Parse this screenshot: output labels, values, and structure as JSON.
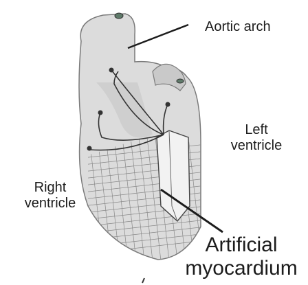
{
  "labels": {
    "aortic_arch": "Aortic arch",
    "left_ventricle_line1": "Left",
    "left_ventricle_line2": "ventricle",
    "right_ventricle_line1": "Right",
    "right_ventricle_line2": "ventricle",
    "artificial_myocardium_line1": "Artificial",
    "artificial_myocardium_line2": "myocardium"
  },
  "colors": {
    "background": "#ffffff",
    "heart_fill": "#dcdcdc",
    "heart_shadow": "#b8b8b8",
    "outline": "#555555",
    "leader_line": "#1c1c1c",
    "wire": "#333333",
    "mesh": "#888888",
    "text": "#1c1c1c"
  }
}
